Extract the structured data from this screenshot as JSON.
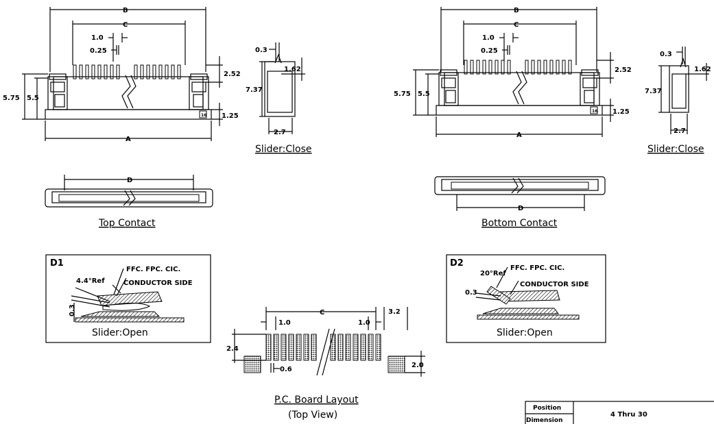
{
  "dims": {
    "A": "A",
    "B": "B",
    "C": "C",
    "D": "D",
    "pitch": "1.0",
    "contact_width": "0.25",
    "total_height": "5.75",
    "body_height": "5.5",
    "contact_height": "2.52",
    "base_height": "1.25",
    "side_top": "0.3",
    "side_step": "1.62",
    "side_height": "7.37",
    "side_width": "2.7",
    "pcb_pad_pitch": "1.0",
    "pcb_edge": "3.2",
    "pcb_pad_len": "2.4",
    "pcb_pad_w": "0.6",
    "pcb_tab": "2.0",
    "d1_angle": "4.4°Ref",
    "d1_thk": "0.3",
    "d2_angle": "20°Ref",
    "d2_thk": "0.3",
    "pos_box": "16"
  },
  "captions": {
    "slider_close": "Slider:Close",
    "top_contact": "Top Contact",
    "bottom_contact": "Bottom Contact",
    "pcb_layout": "P.C. Board Layout",
    "top_view": "(Top View)",
    "slider_open": "Slider:Open"
  },
  "details": {
    "d1": "D1",
    "d2": "D2",
    "ffc": "FFC. FPC. CIC.",
    "conductor_side": "CONDUCTOR SIDE"
  },
  "table": {
    "position_label": "Position",
    "dimension_label": "Dimension",
    "range": "4 Thru 30"
  }
}
